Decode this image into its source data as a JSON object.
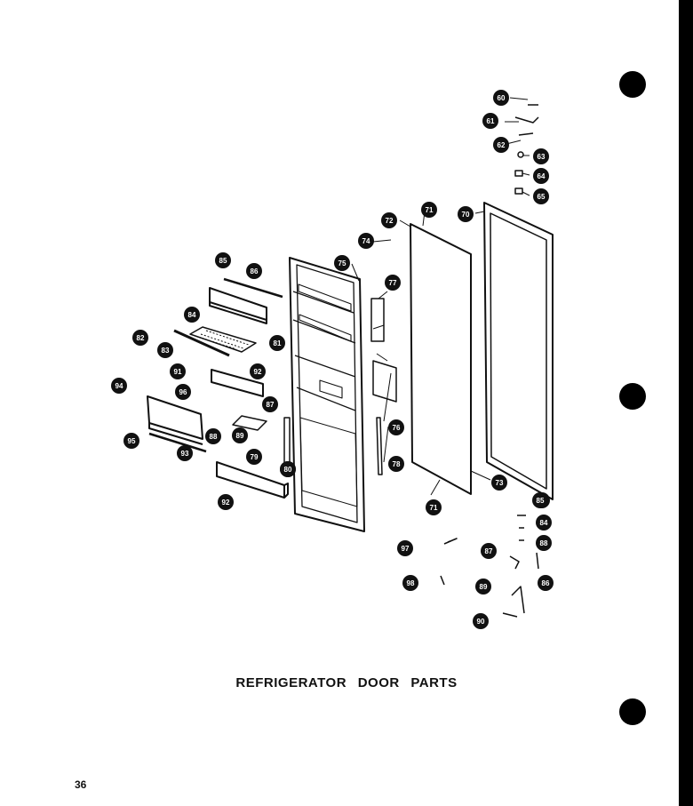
{
  "title": "REFRIGERATOR DOOR PARTS",
  "page_number": "36",
  "ink_color": "#111111",
  "callouts": [
    "60",
    "61",
    "62",
    "63",
    "64",
    "65",
    "70",
    "71",
    "72",
    "73",
    "74",
    "75",
    "76",
    "77",
    "78",
    "79",
    "80",
    "81",
    "82",
    "83",
    "84",
    "85",
    "86",
    "87",
    "88",
    "89",
    "90",
    "91",
    "92",
    "93",
    "94",
    "95",
    "96",
    "97",
    "98"
  ]
}
